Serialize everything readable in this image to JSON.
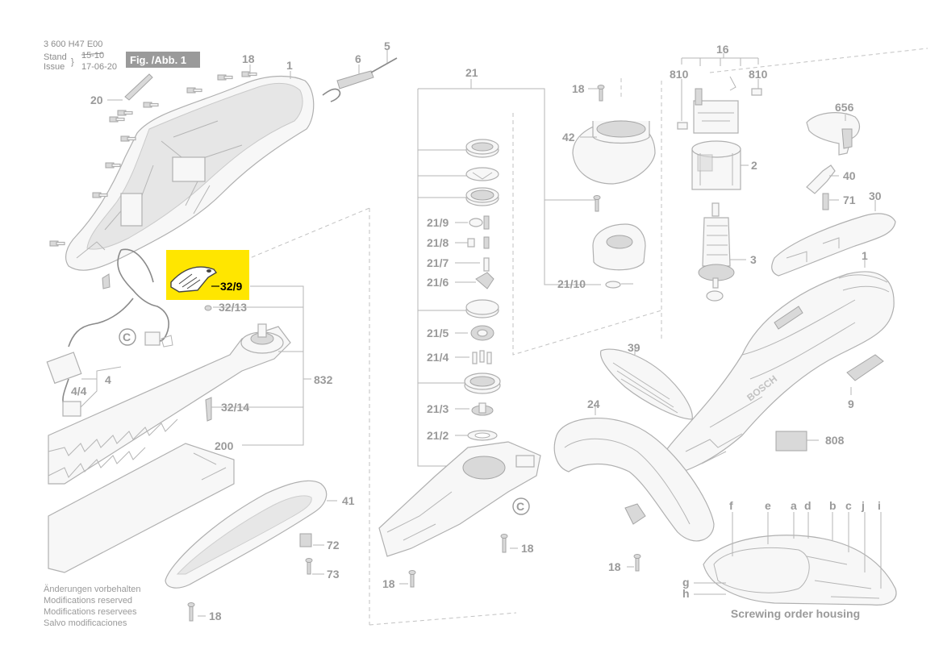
{
  "header": {
    "doc_number": "3 600 H47 E00",
    "stand_label": "Stand",
    "issue_label": "Issue",
    "stand_date": "15-10",
    "issue_date": "17-06-20",
    "figure_label": "Fig. /Abb. 1"
  },
  "highlighted_part": "32/9",
  "callouts": {
    "p18_top": "18",
    "p1_top": "1",
    "p6": "6",
    "p5": "5",
    "p20": "20",
    "p21": "21",
    "p18_center": "18",
    "p42": "42",
    "p810_left": "810",
    "p16": "16",
    "p810_right": "810",
    "p656": "656",
    "p2": "2",
    "p40": "40",
    "p71": "71",
    "p30": "30",
    "p3": "3",
    "p1_right": "1",
    "p21_9": "21/9",
    "p21_8": "21/8",
    "p21_7": "21/7",
    "p21_6": "21/6",
    "p21_10": "21/10",
    "p32_13": "32/13",
    "p21_5": "21/5",
    "p21_4": "21/4",
    "p39": "39",
    "p4": "4",
    "p4_4": "4/4",
    "p832": "832",
    "p32_14": "32/14",
    "p21_3": "21/3",
    "p24": "24",
    "p9": "9",
    "p21_2": "21/2",
    "p808": "808",
    "p200": "200",
    "p41": "41",
    "p72": "72",
    "p18_mid": "18",
    "p73": "73",
    "p18_bottom_center": "18",
    "p18_bottom_right": "18",
    "p18_bottom_left": "18",
    "c_circle_left": "C",
    "c_circle_center": "C"
  },
  "order_letters": [
    "f",
    "e",
    "a",
    "d",
    "b",
    "c",
    "j",
    "i",
    "g",
    "h"
  ],
  "order_caption": "Screwing order housing",
  "brand_mark": "BOSCH",
  "modifications_notice": [
    "Änderungen vorbehalten",
    "Modifications reserved",
    "Modifications reservees",
    "Salvo modificaciones"
  ],
  "colors": {
    "highlight": "#ffe600",
    "label": "#9a9a9a",
    "part_outline": "#b0b0b0"
  }
}
